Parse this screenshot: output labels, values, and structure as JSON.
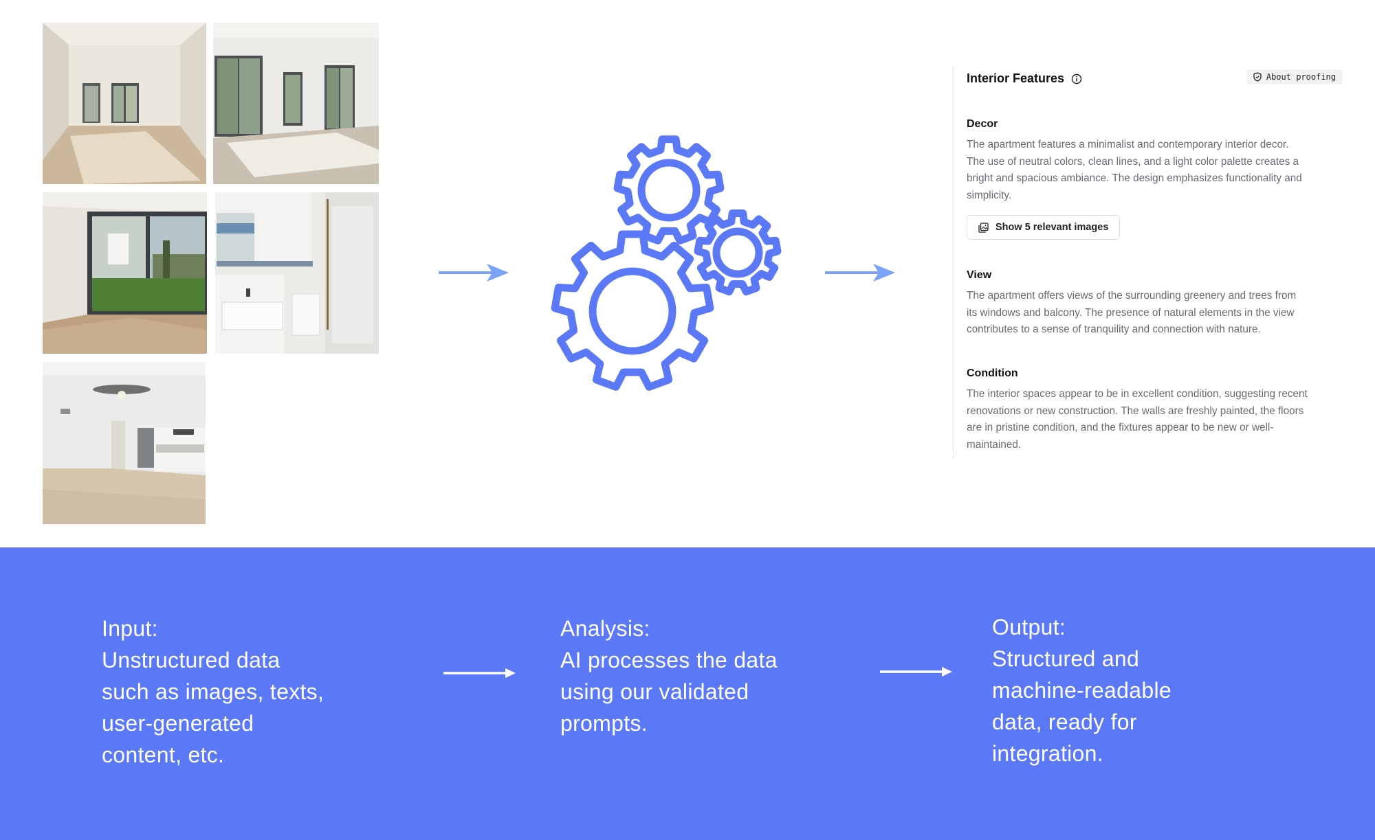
{
  "panel": {
    "title": "Interior Features",
    "info_icon": "info-icon",
    "about_badge": "About proofing",
    "about_icon": "shield-icon",
    "sections": [
      {
        "heading": "Decor",
        "lines": [
          "The apartment features a minimalist and contemporary interior decor.",
          "The use of neutral colors, clean lines, and a light color palette creates a",
          "bright and spacious ambiance. The design emphasizes functionality and",
          "simplicity."
        ]
      },
      {
        "heading": "View",
        "lines": [
          "The apartment offers views of the surrounding greenery and trees from",
          "its windows and balcony. The presence of natural elements in the view",
          "contributes to a sense of tranquility and connection with nature."
        ]
      },
      {
        "heading": "Condition",
        "lines": [
          "The interior spaces appear to be in excellent condition, suggesting recent",
          "renovations or new construction. The walls are freshly painted, the floors",
          "are in pristine condition, and the fixtures appear to be new or well-",
          "maintained."
        ]
      }
    ],
    "show_images_button": "Show 5 relevant images",
    "show_images_icon": "images-icon"
  },
  "flow": {
    "input": {
      "label": "Input:",
      "lines": [
        "Unstructured data",
        "such as images, texts,",
        "user-generated",
        "content, etc."
      ]
    },
    "analysis": {
      "label": "Analysis:",
      "lines": [
        "AI processes the data",
        "using our validated",
        "prompts."
      ]
    },
    "output": {
      "label": "Output:",
      "lines": [
        "Structured and",
        "machine-readable",
        "data, ready for",
        "integration."
      ]
    }
  },
  "colors": {
    "accent": "#5b78f7",
    "arrow_light": "#7aa2f7",
    "text_muted": "#666a70"
  }
}
